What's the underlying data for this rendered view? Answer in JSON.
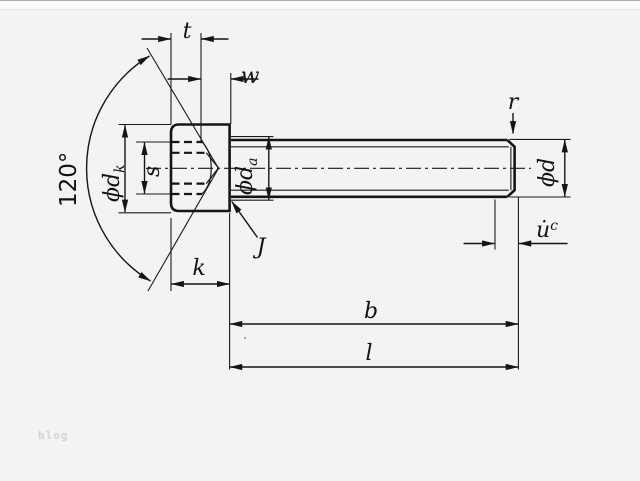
{
  "figure": {
    "angle": "120°",
    "labels": {
      "t": "t",
      "w": "w",
      "dk_base": "ϕd",
      "dk_sub": "k",
      "s": "s",
      "da_base": "ϕd",
      "da_sub": "a",
      "d": "ϕd",
      "r": "r",
      "J": "J",
      "k": "k",
      "b": "b",
      "l": "l",
      "u_base": "u̇",
      "u_sup": "c"
    },
    "watermark": "blog",
    "colors": {
      "line": "#151515",
      "background": "#f3f3f4",
      "watermark": "#d4d4d4"
    }
  }
}
